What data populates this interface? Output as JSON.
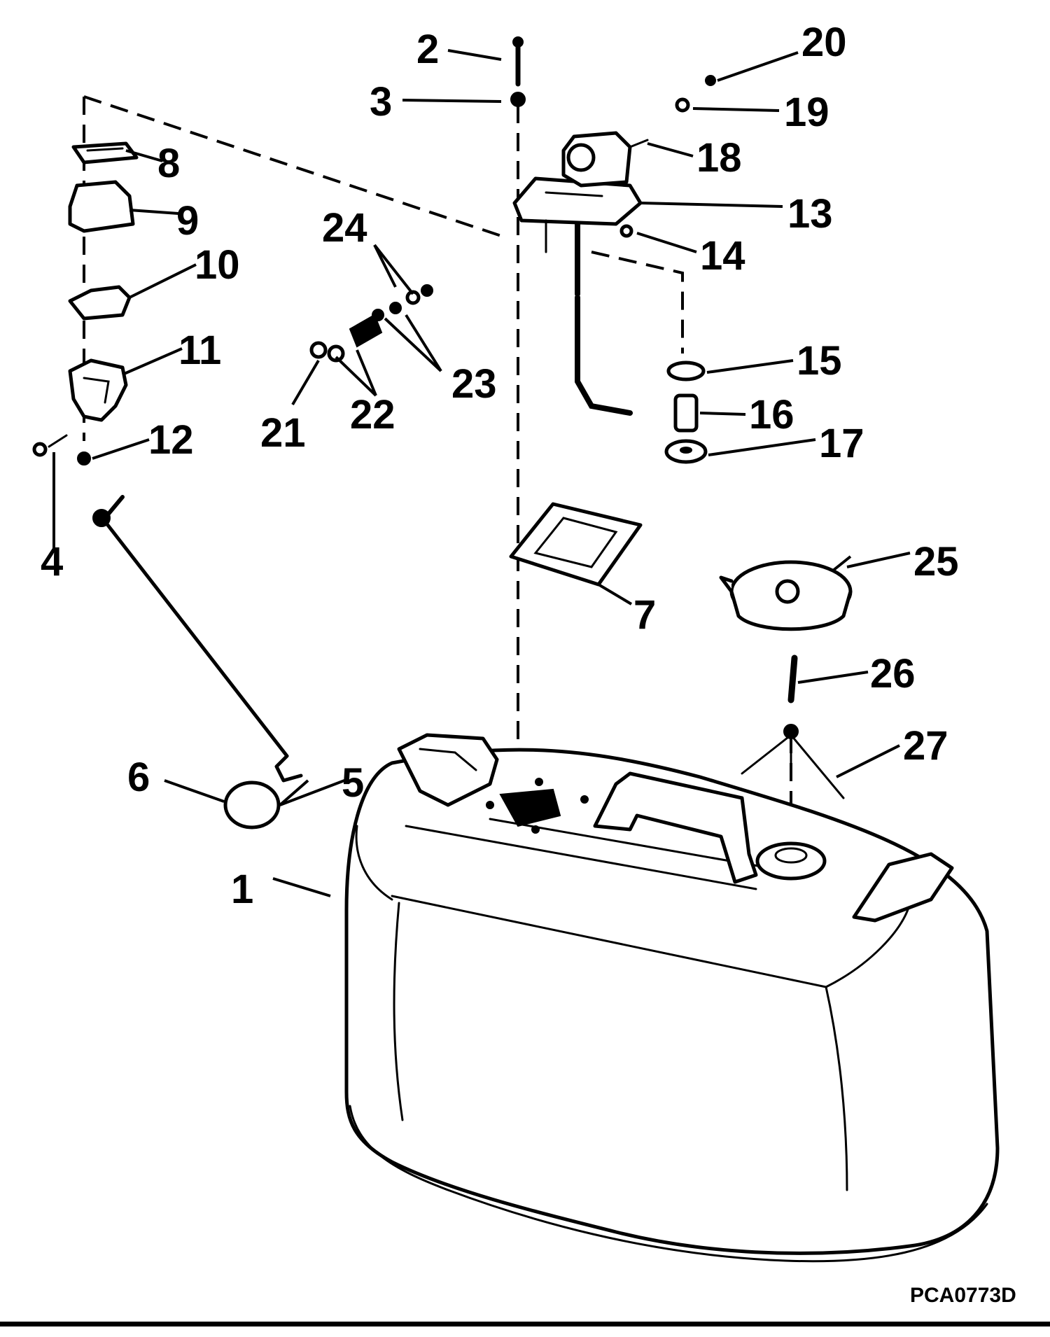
{
  "drawing_code": "PCA0773D",
  "callouts": [
    "1",
    "2",
    "3",
    "4",
    "5",
    "6",
    "7",
    "8",
    "9",
    "10",
    "11",
    "12",
    "13",
    "14",
    "15",
    "16",
    "17",
    "18",
    "19",
    "20",
    "21",
    "22",
    "23",
    "24",
    "25",
    "26",
    "27"
  ]
}
